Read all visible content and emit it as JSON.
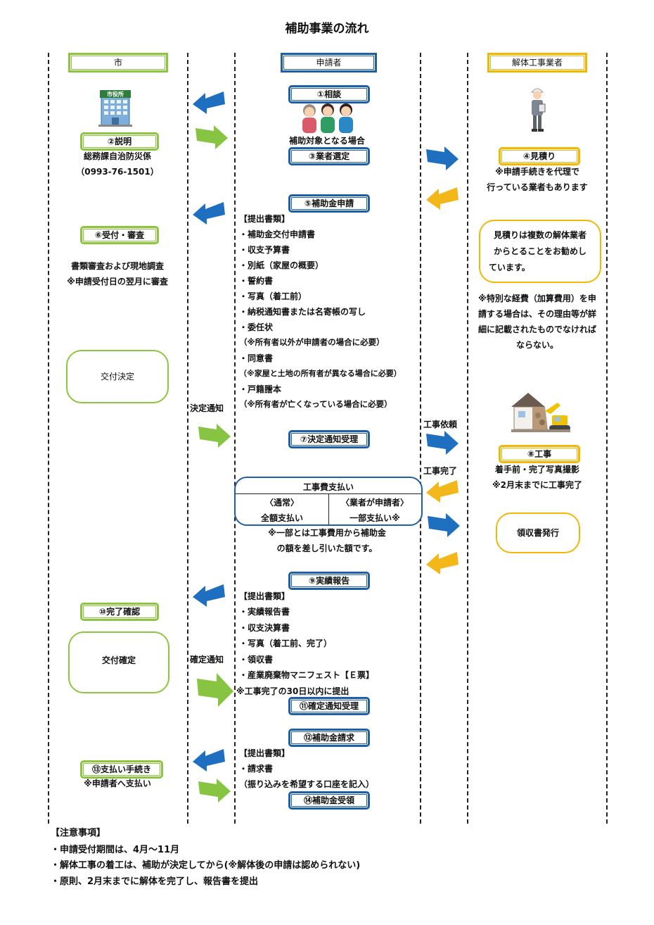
{
  "title": "補助事業の流れ",
  "headers": {
    "city": "市",
    "applicant": "申請者",
    "contractor": "解体工事業者"
  },
  "colors": {
    "city": "#8cc63f",
    "applicant": "#1f5fa8",
    "contractor": "#f2b705",
    "arrow_blue": "#1f6fc1",
    "arrow_green": "#86c441",
    "arrow_yellow": "#f3b71a"
  },
  "icons": {
    "city_hall": "city-hall-icon",
    "people": "consulting-family-icon",
    "worker": "construction-worker-icon",
    "demolition": "demolition-house-excavator-icon",
    "city_hall_sign": "市役所"
  },
  "city": {
    "s2": "②説明",
    "s2_dept": "総務課自治防災係",
    "s2_tel": "（0993-76-1501）",
    "s6": "⑥受付・審査",
    "s6_note1": "書類審査および現地調査",
    "s6_note2": "※申請受付日の翌月に審査",
    "decision_box": "交付決定",
    "s10": "⑩完了確認",
    "confirm_box": "交付確定",
    "s13": "⑬支払い手続き",
    "s13_note": "※申請者へ支払い"
  },
  "flow_labels": {
    "decision_notice": "決定通知",
    "confirm_notice": "確定通知",
    "work_request": "工事依頼",
    "work_complete": "工事完了"
  },
  "applicant": {
    "s1": "①相談",
    "eligible": "補助対象となる場合",
    "s3": "③業者選定",
    "s5": "⑤補助金申請",
    "s5_docs_head": "【提出書類】",
    "s5_docs": [
      "・補助金交付申請書",
      "・収支予算書",
      "・別紙（家屋の概要）",
      "・誓約書",
      "・写真（着工前）",
      "・納税通知書または名寄帳の写し",
      "・委任状",
      "（※所有者以外が申請者の場合に必要）",
      "・同意書",
      "（※家屋と土地の所有者が異なる場合に必要）",
      "・戸籍謄本",
      "（※所有者が亡くなっている場合に必要）"
    ],
    "s7": "⑦決定通知受理",
    "payment_title": "工事費支払い",
    "payment_normal_head": "〈通常〉",
    "payment_normal": "全額支払い",
    "payment_agent_head": "〈業者が申請者〉",
    "payment_agent": "一部支払い※",
    "payment_note1": "※一部とは工事費用から補助金",
    "payment_note2": "の額を差し引いた額です。",
    "s9": "⑨実績報告",
    "s9_docs_head": "【提出書類】",
    "s9_docs": [
      "・実績報告書",
      "・収支決算書",
      "・写真（着工前、完了）",
      "・領収書",
      "・産業廃棄物マニフェスト【Ｅ票】",
      "※工事完了の30日以内に提出"
    ],
    "s11": "⑪確定通知受理",
    "s12": "⑫補助金請求",
    "s12_docs_head": "【提出書類】",
    "s12_docs": [
      "・請求書",
      "（振り込みを希望する口座を記入）"
    ],
    "s14": "⑭補助金受領"
  },
  "contractor": {
    "s4": "④見積り",
    "s4_note1": "※申請手続きを代理で",
    "s4_note2": "行っている業者もあります",
    "advice": [
      "見積りは複数の解体業者",
      "からとることをお勧めし",
      "ています。"
    ],
    "special": [
      "※特別な経費（加算費用）を申",
      "請する場合は、その理由等が詳",
      "細に記載されたものでなければ",
      "ならない。"
    ],
    "s8": "⑧工事",
    "s8_note1": "着手前・完了写真撮影",
    "s8_note2": "※2月末までに工事完了",
    "receipt_box": "領収書発行"
  },
  "notes": {
    "head": "【注意事項】",
    "items": [
      "・申請受付期間は、4月～11月",
      "・解体工事の着工は、補助が決定してから(※解体後の申請は認められない)",
      "・原則、2月末までに解体を完了し、報告書を提出"
    ]
  }
}
